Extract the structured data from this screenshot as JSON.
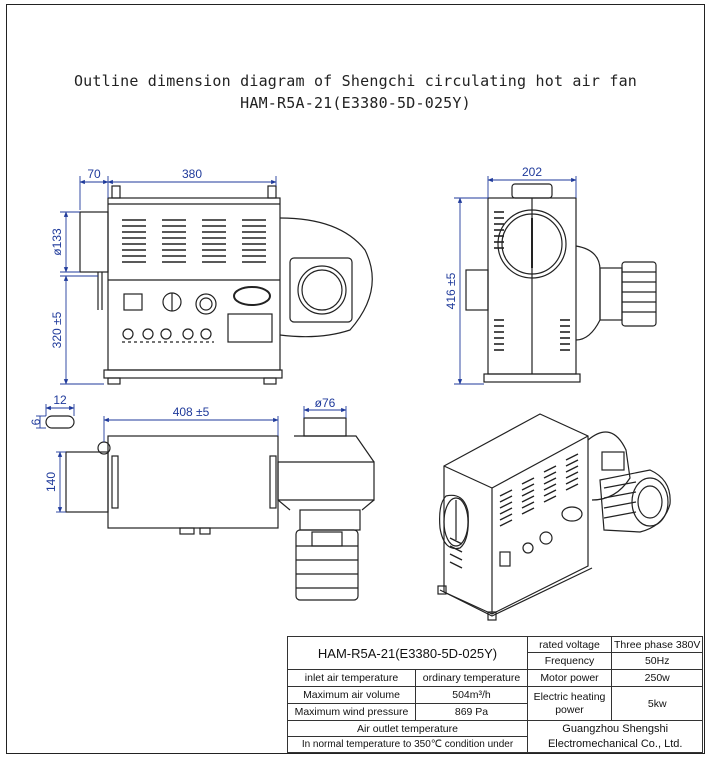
{
  "title_line1": "Outline dimension diagram of Shengchi circulating hot air fan",
  "title_line2": "HAM-R5A-21(E3380-5D-025Y)",
  "dimensions": {
    "d70": "70",
    "d380": "380",
    "d202": "202",
    "d133": "ø133",
    "d320": "320 ±5",
    "d416": "416 ±5",
    "d12": "12",
    "d6": "6",
    "d408": "408 ±5",
    "d76": "ø76",
    "d140": "140"
  },
  "spec_table": {
    "model": "HAM-R5A-21(E3380-5D-025Y)",
    "inlet_air_label": "inlet air temperature",
    "inlet_air_value": "ordinary temperature",
    "air_volume_label": "Maximum air volume",
    "air_volume_value": "504m³/h",
    "wind_pressure_label": "Maximum wind pressure",
    "wind_pressure_value": "869 Pa",
    "outlet_label": "Air outlet temperature",
    "outlet_value": "In normal temperature to 350℃ condition under",
    "rated_voltage_label": "rated voltage",
    "rated_voltage_value": "Three phase 380V",
    "frequency_label": "Frequency",
    "frequency_value": "50Hz",
    "motor_power_label": "Motor power",
    "motor_power_value": "250w",
    "heating_power_label": "Electric heating power",
    "heating_power_value": "5kw",
    "company": "Guangzhou Shengshi Electromechanical Co., Ltd."
  }
}
